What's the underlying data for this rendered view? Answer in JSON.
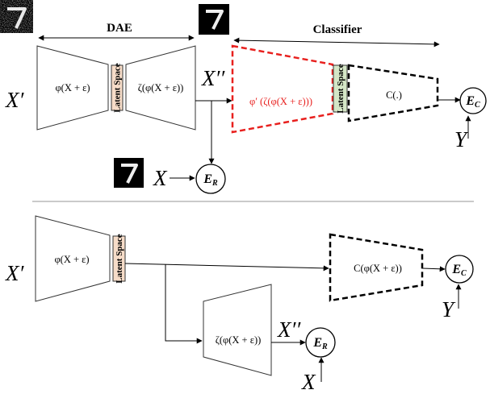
{
  "labels": {
    "dae": "DAE",
    "classifier": "Classifier",
    "latent_space": "Latent Space",
    "x_prime": "X′",
    "x_double_prime": "X′′",
    "x": "X",
    "y": "Y",
    "er_main": "E",
    "er_sub": "R",
    "ec_main": "E",
    "ec_sub": "C"
  },
  "formulas": {
    "encoder": "φ(X + ε)",
    "decoder": "ζ(φ(X + ε))",
    "classifier_encoder": "φ′ (ζ(φ(X + ε)))",
    "classifier_head": "C(.)",
    "classifier_bottom": "C(φ(X + ε))"
  },
  "colors": {
    "red_dashed": "#e8201e",
    "latent_top_fill": "#f6dcc8",
    "latent_green_fill": "#d4e6c6",
    "latent_bottom_fill": "#f6dcc8",
    "divider": "#b8b8b8"
  },
  "icons": [
    "digit-7-noisy-image",
    "digit-7-clean-image"
  ]
}
